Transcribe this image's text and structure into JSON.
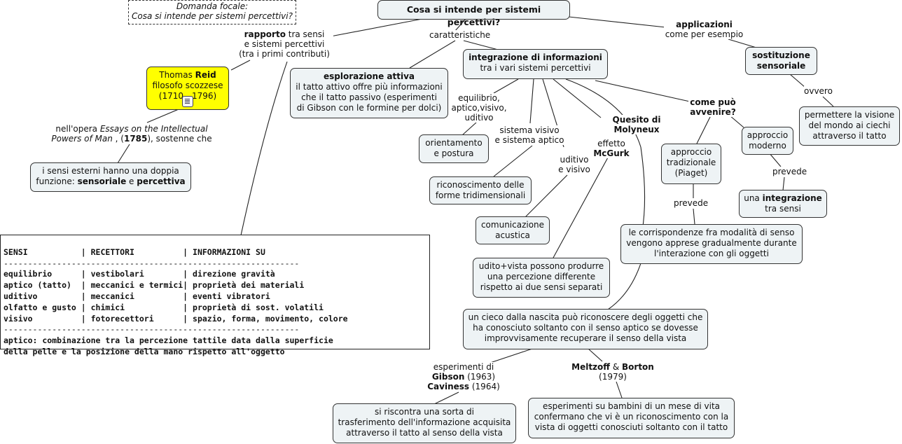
{
  "focal": {
    "line1": "Domanda focale:",
    "line2": "Cosa si intende per sistemi percettivi?"
  },
  "main": {
    "title": "Cosa si intende per sistemi percettivi?"
  },
  "links": {
    "rapporto_bold": "rapporto",
    "rapporto_rest": " tra sensi",
    "rapporto_2": "e sistemi percettivi",
    "rapporto_3": "(tra i primi contributi)",
    "caratteristiche": "caratteristiche",
    "applicazioni": "applicazioni",
    "come_per_esempio": "come per esempio",
    "ovvero": "ovvero",
    "opera_pre": "nell'opera ",
    "opera_title1": "Essays on the Intellectual",
    "opera_title2": "Powers of Man",
    "opera_mid": " , (",
    "opera_year": "1785",
    "opera_post": "), sostenne che",
    "equilibrio_1": "equilibrio,",
    "equilibrio_2": "aptico,visivo,",
    "equilibrio_3": "uditivo",
    "sistema_1": "sistema visivo",
    "sistema_2": "e sistema aptico",
    "uditivo_1": "uditivo",
    "uditivo_2": "e visivo",
    "effetto_1": "effetto",
    "effetto_2": "McGurk",
    "quesito_1": "Quesito di",
    "quesito_2": "Molyneux",
    "come_puo_1": "come può",
    "come_puo_2": "avvenire?",
    "prevede_1": "prevede",
    "prevede_2": "prevede",
    "esp_1": "esperimenti di",
    "esp_gibson": "Gibson",
    "esp_gibson_year": " (1963)",
    "esp_caviness": "Caviness",
    "esp_caviness_year": " (1964)",
    "meltzoff": "Meltzoff",
    "amp": " & ",
    "borton": "Borton",
    "meltzoff_year": "(1979)"
  },
  "nodes": {
    "reid_pre": "Thomas ",
    "reid_bold": "Reid",
    "reid_2": "filosofo scozzese",
    "reid_3": "(1710 - 1796)",
    "sensi_1": "i sensi esterni hanno una doppia",
    "sensi_2a": "funzione: ",
    "sensi_2b": "sensoriale",
    "sensi_2c": " e ",
    "sensi_2d": "percettiva",
    "esplorazione_title": "esplorazione attiva",
    "esplorazione_1": "il tatto attivo offre più informazioni",
    "esplorazione_2": "che il tatto passivo (esperimenti",
    "esplorazione_3": "di Gibson con le formine per dolci)",
    "integrazione_title": "integrazione di informazioni",
    "integrazione_1": "tra i vari sistemi percettivi",
    "sostituzione_1": "sostituzione",
    "sostituzione_2": "sensoriale",
    "permettere_1": "permettere la visione",
    "permettere_2": "del mondo ai ciechi",
    "permettere_3": "attraverso il tatto",
    "orientamento_1": "orientamento",
    "orientamento_2": "e postura",
    "riconoscimento_1": "riconoscimento delle",
    "riconoscimento_2": "forme tridimensionali",
    "comunicazione_1": "comunicazione",
    "comunicazione_2": "acustica",
    "udito_1": "udito+vista possono produrre",
    "udito_2": "una percezione differente",
    "udito_3": "rispetto ai due sensi separati",
    "tradizionale_1": "approccio",
    "tradizionale_2": "tradizionale",
    "tradizionale_3": "(Piaget)",
    "moderno_1": "approccio",
    "moderno_2": "moderno",
    "integ2_pre": "una ",
    "integ2_bold": "integrazione",
    "integ2_2": "tra sensi",
    "corrisp_1": "le corrispondenze fra modalità di senso",
    "corrisp_2": "vengono apprese gradualmente durante",
    "corrisp_3": "l'interazione con gli oggetti",
    "cieco_1": "un cieco dalla nascita può riconoscere degli oggetti che",
    "cieco_2": "ha conosciuto soltanto con il senso aptico se dovesse",
    "cieco_3": "improvvisamente recuperare il senso della vista",
    "trasf_1": "si riscontra una sorta di",
    "trasf_2": "trasferimento dell'informazione acquisita",
    "trasf_3": "attraverso il tatto al senso della vista",
    "bambini_1": "esperimenti su bambini di un mese di vita",
    "bambini_2": "confermano che vi è un riconoscimento con la",
    "bambini_3": "vista di oggetti conosciuti soltanto con il tatto"
  },
  "table": {
    "header": "SENSI           | RECETTORI          | INFORMAZIONI SU",
    "rule": "-------------------------------------------------------------",
    "rows": [
      "equilibrio      | vestibolari        | direzione gravità",
      "aptico (tatto)  | meccanici e termici| proprietà dei materiali",
      "uditivo         | meccanici          | eventi vibratori",
      "olfatto e gusto | chimici            | proprietà di sost. volatili",
      "visivo          | fotorecettori      | spazio, forma, movimento, colore"
    ],
    "rule2": "-------------------------------------------------------------",
    "note_1": "aptico: combinazione tra la percezione tattile data dalla superficie",
    "note_2": "della pelle e la posizione della mano rispetto all'oggetto"
  }
}
